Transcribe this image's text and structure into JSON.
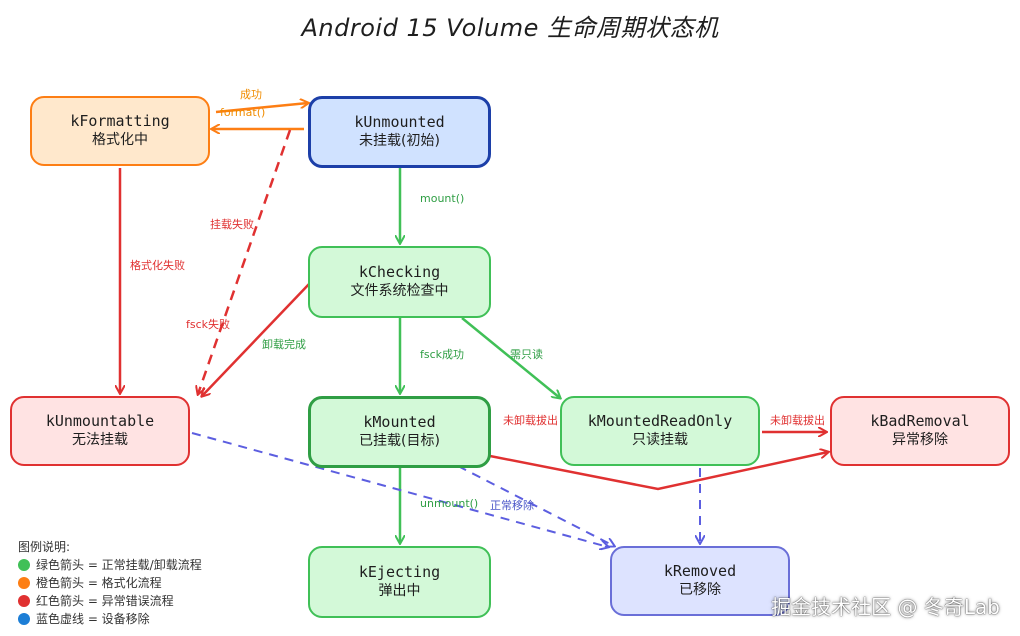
{
  "title": "Android 15 Volume 生命周期状态机",
  "nodes": {
    "formatting": {
      "name": "kFormatting",
      "cn": "格式化中"
    },
    "unmounted": {
      "name": "kUnmounted",
      "cn": "未挂载(初始)"
    },
    "checking": {
      "name": "kChecking",
      "cn": "文件系统检查中"
    },
    "unmountable": {
      "name": "kUnmountable",
      "cn": "无法挂载"
    },
    "mounted": {
      "name": "kMounted",
      "cn": "已挂载(目标)"
    },
    "mounted_ro": {
      "name": "kMountedReadOnly",
      "cn": "只读挂载"
    },
    "bad_removal": {
      "name": "kBadRemoval",
      "cn": "异常移除"
    },
    "ejecting": {
      "name": "kEjecting",
      "cn": "弹出中"
    },
    "removed": {
      "name": "kRemoved",
      "cn": "已移除"
    }
  },
  "edges": {
    "success": "成功",
    "format_call": "format()",
    "mount_call": "mount()",
    "mount_fail": "挂载失败",
    "format_fail": "格式化失败",
    "fsck_fail": "fsck失败",
    "unmount_done": "卸载完成",
    "fsck_ok": "fsck成功",
    "need_ro": "需只读",
    "not_unmounted_1": "未卸载拔出",
    "not_unmounted_2": "未卸载拔出",
    "unmount_call": "unmount()",
    "normal_remove": "正常移除"
  },
  "legend": {
    "title": "图例说明:",
    "items": [
      {
        "text": "绿色箭头 = 正常挂载/卸载流程",
        "color": "#40c057"
      },
      {
        "text": "橙色箭头 = 格式化流程",
        "color": "#fd7e14"
      },
      {
        "text": "红色箭头 = 异常错误流程",
        "color": "#e03131"
      },
      {
        "text": "蓝色虚线 = 设备移除",
        "color": "#1c7ed6"
      }
    ]
  },
  "watermark": "掘金技术社区 @ 冬奇Lab",
  "colors": {
    "green": "#40c057",
    "orange": "#fd7e14",
    "red": "#e03131",
    "blue_dash": "#5c5ee0"
  }
}
